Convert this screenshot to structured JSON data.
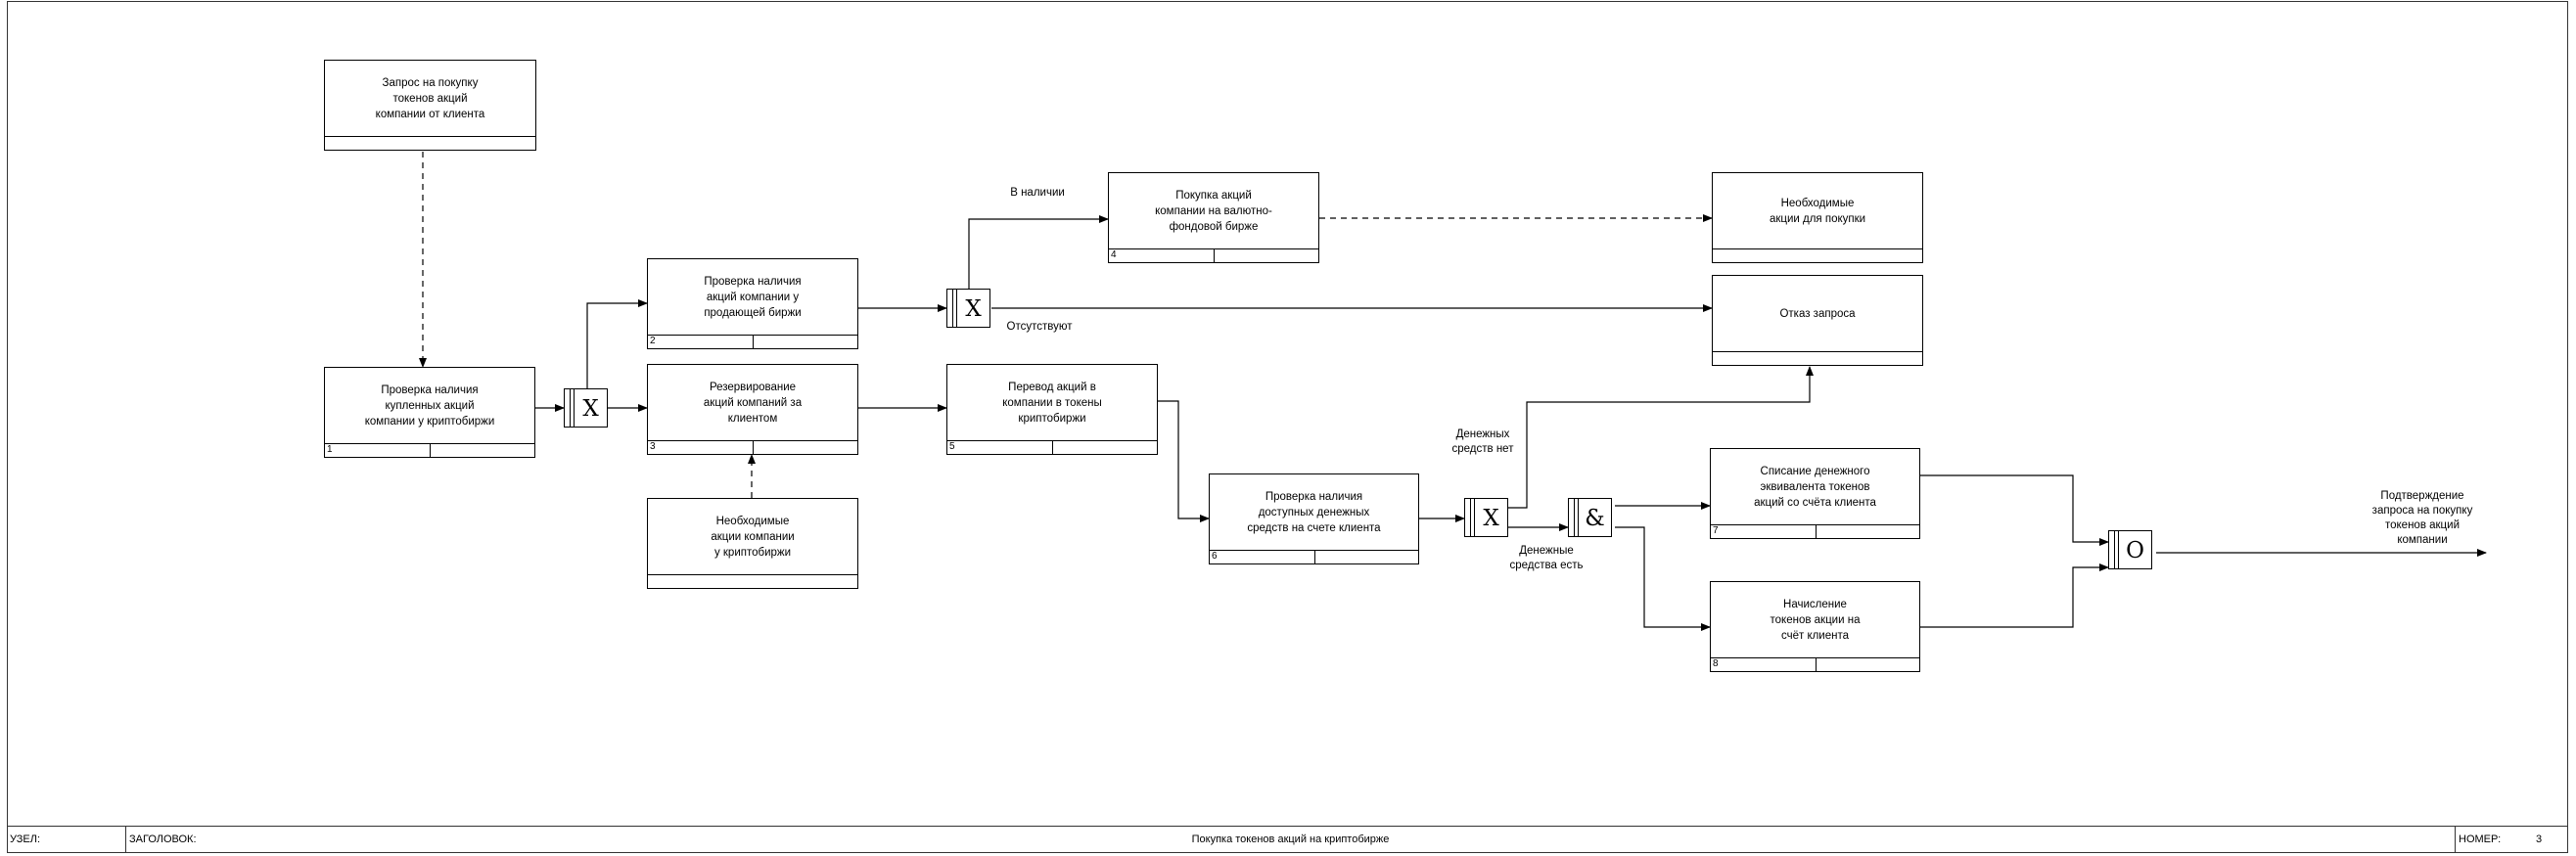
{
  "footer": {
    "node_label": "УЗЕЛ:",
    "title_label": "ЗАГОЛОВОК:",
    "title": "Покупка токенов акций на криптобирже",
    "number_label": "НОМЕР:",
    "number": "3"
  },
  "objects": {
    "request": "Запрос на покупку\nтокенов акций\nкомпании от клиента",
    "needed_stocks_exchange": "Необходимые\nакции компании\nу криптобиржи",
    "needed_stocks_purchase": "Необходимые\nакции для покупки",
    "refusal": "Отказ запроса"
  },
  "processes": [
    {
      "num": "1",
      "label": "Проверка наличия\nкупленных акций\nкомпании у криптобиржи"
    },
    {
      "num": "2",
      "label": "Проверка наличия\nакций компании у\nпродающей биржи"
    },
    {
      "num": "3",
      "label": "Резервирование\nакций компаний за\nклиентом"
    },
    {
      "num": "4",
      "label": "Покупка акций\nкомпании на валютно-\nфондовой бирже"
    },
    {
      "num": "5",
      "label": "Перевод акций в\nкомпании в токены\nкриптобиржи"
    },
    {
      "num": "6",
      "label": "Проверка наличия\nдоступных денежных\nсредств на счете клиента"
    },
    {
      "num": "7",
      "label": "Списание денежного\nэквивалента токенов\nакций со счёта клиента"
    },
    {
      "num": "8",
      "label": "Начисление\nтокенов акции на\nсчёт клиента"
    }
  ],
  "junctions": {
    "j1": "X",
    "j2": "X",
    "j3": "X",
    "j4": "&",
    "j5": "O"
  },
  "notes": {
    "available": "В наличии",
    "absent": "Отсутствуют",
    "no_money": "Денежных\nсредств нет",
    "has_money": "Денежные\nсредства есть",
    "confirmation": "Подтверждение\nзапроса на покупку\nтокенов акций\nкомпании"
  }
}
